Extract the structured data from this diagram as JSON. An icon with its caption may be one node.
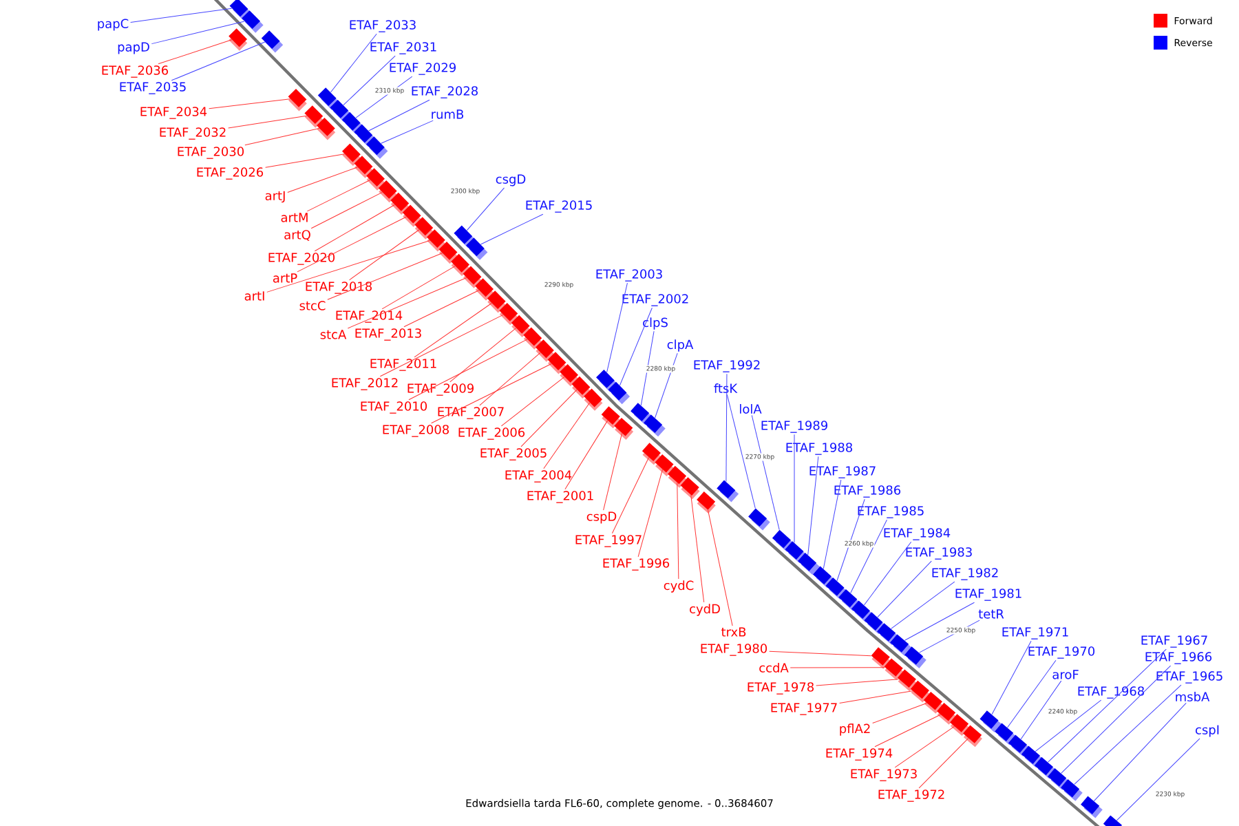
{
  "diagram": {
    "caption": "Edwardsiella tarda FL6-60, complete genome. - 0..3684607",
    "nodes": [
      {
        "text": [
          "papC"
        ]
      },
      {
        "text": [
          "papD"
        ]
      },
      {
        "text": [
          "ETAF_2036"
        ]
      },
      {
        "text": [
          "ETAF_2035"
        ]
      },
      {
        "text": [
          "ETAF_2033"
        ]
      },
      {
        "text": [
          "ETAF_2031"
        ]
      },
      {
        "text": [
          "ETAF_2029"
        ]
      },
      {
        "text": [
          "ETAF_2028"
        ]
      },
      {
        "text": [
          "rumB"
        ]
      },
      {
        "text": [
          "ETAF_2034"
        ]
      },
      {
        "text": [
          "ETAF_2032"
        ]
      },
      {
        "text": [
          "ETAF_2030"
        ]
      },
      {
        "text": [
          "ETAF_2026"
        ]
      },
      {
        "text": [
          "artJ"
        ]
      },
      {
        "text": [
          "artM"
        ]
      },
      {
        "text": [
          "artQ"
        ]
      },
      {
        "text": [
          "ETAF_2020"
        ]
      },
      {
        "text": [
          "artP"
        ]
      },
      {
        "text": [
          "ETAF_2018"
        ]
      },
      {
        "text": [
          "artI"
        ]
      },
      {
        "text": [
          "stcC"
        ]
      },
      {
        "text": [
          "ETAF_2014"
        ]
      },
      {
        "text": [
          "stcA"
        ]
      },
      {
        "text": [
          "ETAF_2013"
        ]
      },
      {
        "text": [
          "ETAF_2011"
        ]
      },
      {
        "text": [
          "ETAF_2012"
        ]
      },
      {
        "text": [
          "ETAF_2009"
        ]
      },
      {
        "text": [
          "ETAF_2010"
        ]
      },
      {
        "text": [
          "ETAF_2007"
        ]
      },
      {
        "text": [
          "ETAF_2008"
        ]
      },
      {
        "text": [
          "ETAF_2006"
        ]
      },
      {
        "text": [
          "ETAF_2005"
        ]
      },
      {
        "text": [
          "ETAF_2004"
        ]
      },
      {
        "text": [
          "ETAF_2001"
        ]
      },
      {
        "text": [
          "cspD"
        ]
      },
      {
        "text": [
          "ETAF_1997"
        ]
      },
      {
        "text": [
          "ETAF_1996"
        ]
      },
      {
        "text": [
          "cydC"
        ]
      },
      {
        "text": [
          "cydD"
        ]
      },
      {
        "text": [
          "trxB"
        ]
      },
      {
        "text": [
          "ETAF_1980"
        ]
      },
      {
        "text": [
          "ccdA"
        ]
      },
      {
        "text": [
          "ETAF_1978"
        ]
      },
      {
        "text": [
          "ETAF_1977"
        ]
      },
      {
        "text": [
          "pflA2"
        ]
      },
      {
        "text": [
          "ETAF_1974"
        ]
      },
      {
        "text": [
          "ETAF_1973"
        ]
      },
      {
        "text": [
          "ETAF_1972"
        ]
      },
      {
        "text": [
          "csgD"
        ]
      },
      {
        "text": [
          "ETAF_2015"
        ]
      },
      {
        "text": [
          "ETAF_2003"
        ]
      },
      {
        "text": [
          "ETAF_2002"
        ]
      },
      {
        "text": [
          "clpS"
        ]
      },
      {
        "text": [
          "clpA"
        ]
      },
      {
        "text": [
          "ETAF_1992"
        ]
      },
      {
        "text": [
          "ftsK"
        ]
      },
      {
        "text": [
          "lolA"
        ]
      },
      {
        "text": [
          "ETAF_1989"
        ]
      },
      {
        "text": [
          "ETAF_1988"
        ]
      },
      {
        "text": [
          "ETAF_1987"
        ]
      },
      {
        "text": [
          "ETAF_1986"
        ]
      },
      {
        "text": [
          "ETAF_1985"
        ]
      },
      {
        "text": [
          "ETAF_1984"
        ]
      },
      {
        "text": [
          "ETAF_1983"
        ]
      },
      {
        "text": [
          "ETAF_1982"
        ]
      },
      {
        "text": [
          "ETAF_1981"
        ]
      },
      {
        "text": [
          "tetR"
        ]
      },
      {
        "text": [
          "ETAF_1971"
        ]
      },
      {
        "text": [
          "ETAF_1970"
        ]
      },
      {
        "text": [
          "aroF"
        ]
      },
      {
        "text": [
          "ETAF_1968"
        ]
      },
      {
        "text": [
          "ETAF_1967"
        ]
      },
      {
        "text": [
          "ETAF_1966"
        ]
      },
      {
        "text": [
          "ETAF_1965"
        ]
      },
      {
        "text": [
          "msbA"
        ]
      },
      {
        "text": [
          "cspI"
        ]
      },
      {
        "text": [],
        "shape": "box"
      },
      {
        "text": [],
        "shape": "box"
      },
      {
        "text": [],
        "shape": "box"
      },
      {
        "text": [],
        "shape": "box"
      },
      {
        "text": [],
        "shape": "box"
      },
      {
        "text": [],
        "shape": "box"
      },
      {
        "text": [],
        "shape": "box"
      },
      {
        "text": [],
        "shape": "box"
      },
      {
        "text": [],
        "shape": "box"
      },
      {
        "text": [],
        "shape": "box"
      },
      {
        "text": [],
        "shape": "box"
      },
      {
        "text": [],
        "shape": "box"
      },
      {
        "text": [],
        "shape": "box"
      },
      {
        "text": [],
        "shape": "box"
      },
      {
        "text": [],
        "shape": "box"
      },
      {
        "text": [],
        "shape": "box"
      },
      {
        "text": [],
        "shape": "box"
      },
      {
        "text": [],
        "shape": "box"
      },
      {
        "text": [],
        "shape": "box"
      },
      {
        "text": [],
        "shape": "box"
      },
      {
        "text": [],
        "shape": "box"
      },
      {
        "text": [],
        "shape": "box"
      },
      {
        "text": [],
        "shape": "box"
      },
      {
        "text": [],
        "shape": "box"
      },
      {
        "text": [],
        "shape": "box"
      },
      {
        "text": [],
        "shape": "box"
      },
      {
        "text": [],
        "shape": "box"
      },
      {
        "text": [],
        "shape": "box"
      },
      {
        "text": [],
        "shape": "box"
      },
      {
        "text": [],
        "shape": "box"
      },
      {
        "text": [],
        "shape": "box"
      },
      {
        "text": [],
        "shape": "box"
      },
      {
        "text": [],
        "shape": "box"
      },
      {
        "text": [],
        "shape": "box"
      },
      {
        "text": [],
        "shape": "box"
      },
      {
        "text": [],
        "shape": "box"
      },
      {
        "text": [],
        "shape": "box"
      },
      {
        "text": [],
        "shape": "box"
      },
      {
        "text": [],
        "shape": "box"
      },
      {
        "text": [],
        "shape": "box"
      },
      {
        "text": [],
        "shape": "box"
      },
      {
        "text": [],
        "shape": "box"
      },
      {
        "text": [],
        "shape": "box"
      },
      {
        "text": [],
        "shape": "box"
      },
      {
        "text": [],
        "shape": "box"
      },
      {
        "text": [],
        "shape": "box"
      },
      {
        "text": [],
        "shape": "box"
      },
      {
        "text": [],
        "shape": "box"
      },
      {
        "text": [],
        "shape": "box"
      },
      {
        "text": [],
        "shape": "box"
      },
      {
        "text": [],
        "shape": "box"
      },
      {
        "text": [],
        "shape": "box"
      },
      {
        "text": [],
        "shape": "box"
      },
      {
        "text": [],
        "shape": "box"
      },
      {
        "text": [],
        "shape": "box"
      },
      {
        "text": [],
        "shape": "box"
      },
      {
        "text": [],
        "shape": "box"
      },
      {
        "text": [],
        "shape": "box"
      },
      {
        "text": [],
        "shape": "box"
      },
      {
        "text": [],
        "shape": "box"
      },
      {
        "text": [],
        "shape": "box"
      },
      {
        "text": [],
        "shape": "box"
      },
      {
        "text": [],
        "shape": "box"
      },
      {
        "text": [],
        "shape": "box"
      },
      {
        "text": [],
        "shape": "box"
      },
      {
        "text": [],
        "shape": "box"
      },
      {
        "text": [],
        "shape": "box"
      },
      {
        "text": [],
        "shape": "box"
      },
      {
        "text": [],
        "shape": "box"
      },
      {
        "text": [],
        "shape": "box"
      },
      {
        "text": [],
        "shape": "box"
      },
      {
        "text": [],
        "shape": "box"
      },
      {
        "text": [],
        "shape": "box"
      },
      {
        "text": [],
        "shape": "box"
      },
      {
        "text": [],
        "shape": "box"
      },
      {
        "text": [],
        "shape": "box"
      }
    ],
    "edges": [
      {
        "from": 0,
        "to": 76,
        "arrow": "none",
        "color": "#4444ff"
      },
      {
        "from": 1,
        "to": 77,
        "arrow": "none",
        "color": "#4444ff"
      },
      {
        "from": 2,
        "to": 78,
        "arrow": "none"
      },
      {
        "from": 3,
        "to": 79,
        "arrow": "none",
        "color": "#4444ff"
      },
      {
        "from": 4,
        "to": 80,
        "arrow": "none",
        "color": "#4444ff"
      },
      {
        "from": 5,
        "to": 81,
        "arrow": "none",
        "color": "#4444ff"
      },
      {
        "from": 6,
        "to": 82,
        "arrow": "none",
        "color": "#4444ff"
      },
      {
        "from": 7,
        "to": 83,
        "arrow": "none",
        "color": "#4444ff"
      },
      {
        "from": 8,
        "to": 84,
        "arrow": "none",
        "color": "#4444ff"
      },
      {
        "from": 9,
        "to": 85,
        "arrow": "none"
      },
      {
        "from": 10,
        "to": 86,
        "arrow": "none"
      },
      {
        "from": 11,
        "to": 87,
        "arrow": "none"
      },
      {
        "from": 12,
        "to": 88,
        "arrow": "none"
      },
      {
        "from": 13,
        "to": 89,
        "arrow": "none"
      },
      {
        "from": 14,
        "to": 90,
        "arrow": "none"
      },
      {
        "from": 15,
        "to": 91,
        "arrow": "none"
      },
      {
        "from": 16,
        "to": 92,
        "arrow": "none"
      },
      {
        "from": 17,
        "to": 94,
        "arrow": "none"
      },
      {
        "from": 18,
        "to": 96,
        "arrow": "none"
      },
      {
        "from": 19,
        "to": 97,
        "arrow": "none"
      },
      {
        "from": 20,
        "to": 98,
        "arrow": "none"
      },
      {
        "from": 21,
        "to": 99,
        "arrow": "none"
      },
      {
        "from": 22,
        "to": 100,
        "arrow": "none"
      },
      {
        "from": 23,
        "to": 101,
        "arrow": "none"
      },
      {
        "from": 24,
        "to": 102,
        "arrow": "none"
      },
      {
        "from": 25,
        "to": 103,
        "arrow": "none"
      },
      {
        "from": 26,
        "to": 104,
        "arrow": "none"
      },
      {
        "from": 27,
        "to": 105,
        "arrow": "none"
      },
      {
        "from": 28,
        "to": 106,
        "arrow": "none"
      },
      {
        "from": 29,
        "to": 108,
        "arrow": "none"
      },
      {
        "from": 30,
        "to": 110,
        "arrow": "none"
      },
      {
        "from": 31,
        "to": 112,
        "arrow": "none"
      },
      {
        "from": 32,
        "to": 113,
        "arrow": "none"
      },
      {
        "from": 33,
        "to": 115,
        "arrow": "none"
      },
      {
        "from": 34,
        "to": 116,
        "arrow": "none"
      },
      {
        "from": 35,
        "to": 118,
        "arrow": "none"
      },
      {
        "from": 36,
        "to": 119,
        "arrow": "none"
      },
      {
        "from": 37,
        "to": 120,
        "arrow": "none"
      },
      {
        "from": 38,
        "to": 121,
        "arrow": "none"
      },
      {
        "from": 39,
        "to": 123,
        "arrow": "none"
      },
      {
        "from": 40,
        "to": 135,
        "arrow": "none"
      },
      {
        "from": 41,
        "to": 136,
        "arrow": "none"
      },
      {
        "from": 42,
        "to": 137,
        "arrow": "none"
      },
      {
        "from": 43,
        "to": 138,
        "arrow": "none"
      },
      {
        "from": 44,
        "to": 139,
        "arrow": "none"
      },
      {
        "from": 45,
        "to": 142,
        "arrow": "none"
      },
      {
        "from": 46,
        "to": 144,
        "arrow": "none"
      },
      {
        "from": 47,
        "to": 146,
        "arrow": "none"
      },
      {
        "from": 48,
        "to": 93,
        "arrow": "none",
        "color": "#4444ff"
      },
      {
        "from": 49,
        "to": 95,
        "arrow": "none",
        "color": "#4444ff"
      },
      {
        "from": 50,
        "to": 107,
        "arrow": "none",
        "color": "#4444ff"
      },
      {
        "from": 51,
        "to": 109,
        "arrow": "none",
        "color": "#4444ff"
      },
      {
        "from": 52,
        "to": 111,
        "arrow": "none",
        "color": "#4444ff"
      },
      {
        "from": 53,
        "to": 114,
        "arrow": "none",
        "color": "#4444ff"
      },
      {
        "from": 54,
        "to": 117,
        "arrow": "none",
        "color": "#4444ff"
      },
      {
        "from": 55,
        "to": 122,
        "arrow": "none",
        "color": "#4444ff"
      },
      {
        "from": 56,
        "to": 124,
        "arrow": "none",
        "color": "#4444ff"
      },
      {
        "from": 57,
        "to": 125,
        "arrow": "none",
        "color": "#4444ff"
      },
      {
        "from": 58,
        "to": 126,
        "arrow": "none",
        "color": "#4444ff"
      },
      {
        "from": 59,
        "to": 127,
        "arrow": "none",
        "color": "#4444ff"
      },
      {
        "from": 60,
        "to": 128,
        "arrow": "none",
        "color": "#4444ff"
      },
      {
        "from": 61,
        "to": 129,
        "arrow": "none",
        "color": "#4444ff"
      },
      {
        "from": 62,
        "to": 130,
        "arrow": "none",
        "color": "#4444ff"
      },
      {
        "from": 63,
        "to": 131,
        "arrow": "none",
        "color": "#4444ff"
      },
      {
        "from": 64,
        "to": 132,
        "arrow": "none",
        "color": "#4444ff"
      },
      {
        "from": 65,
        "to": 133,
        "arrow": "none",
        "color": "#4444ff"
      },
      {
        "from": 66,
        "to": 134,
        "arrow": "none",
        "color": "#4444ff"
      },
      {
        "from": 67,
        "to": 140,
        "arrow": "none",
        "color": "#4444ff"
      },
      {
        "from": 68,
        "to": 141,
        "arrow": "none",
        "color": "#4444ff"
      },
      {
        "from": 69,
        "to": 143,
        "arrow": "none",
        "color": "#4444ff"
      },
      {
        "from": 70,
        "to": 145,
        "arrow": "none",
        "color": "#4444ff"
      },
      {
        "from": 71,
        "to": 147,
        "arrow": "none",
        "color": "#4444ff"
      },
      {
        "from": 72,
        "to": 148,
        "arrow": "none",
        "color": "#4444ff"
      },
      {
        "from": 73,
        "to": 149,
        "arrow": "none",
        "color": "#4444ff"
      },
      {
        "from": 74,
        "to": 150,
        "arrow": "none",
        "color": "#4444ff"
      },
      {
        "from": 75,
        "to": 151,
        "arrow": "none",
        "color": "#4444ff"
      }
    ],
    "labels": [
      "2310 kbp",
      "2300 kbp",
      "2290 kbp",
      "2280 kbp",
      "2270 kbp",
      "2260 kbp",
      "2250 kbp",
      "2240 kbp",
      "2230 kbp"
    ],
    "legend": [
      {
        "text": "Forward",
        "color": "#ff0000"
      },
      {
        "text": "Reverse",
        "color": "#0000ff"
      }
    ]
  }
}
